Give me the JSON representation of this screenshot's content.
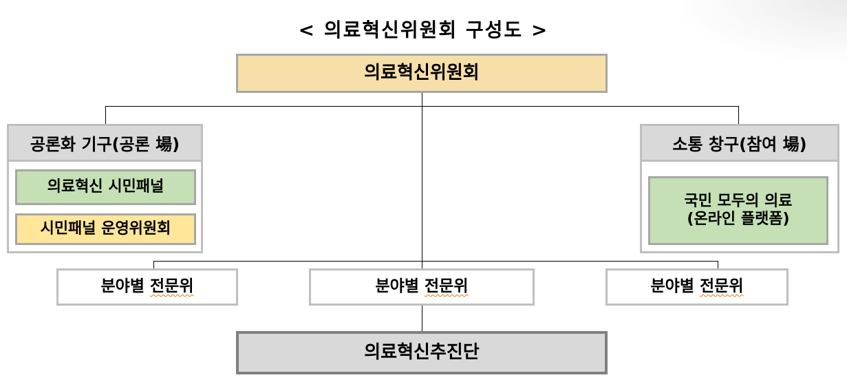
{
  "title": "< 의료혁신위원회 구성도 >",
  "top": {
    "label": "의료혁신위원회",
    "color": "#f7dfa9"
  },
  "left_group": {
    "header": "공론화 기구(공론 場)",
    "items": [
      {
        "label": "의료혁신 시민패널",
        "color": "#c5e0b4"
      },
      {
        "label": "시민패널 운영위원회",
        "color": "#ffe699"
      }
    ]
  },
  "right_group": {
    "header": "소통 창구(참여 場)",
    "items": [
      {
        "line1": "국민 모두의 의료",
        "line2": "(온라인 플랫폼)",
        "color": "#c5e0b4"
      }
    ]
  },
  "subcommittees": [
    {
      "prefix": "분야별 ",
      "suffix": "전문위"
    },
    {
      "prefix": "분야별 ",
      "suffix": "전문위"
    },
    {
      "prefix": "분야별 ",
      "suffix": "전문위"
    }
  ],
  "bottom": {
    "label": "의료혁신추진단",
    "color": "#d9d9d9"
  }
}
